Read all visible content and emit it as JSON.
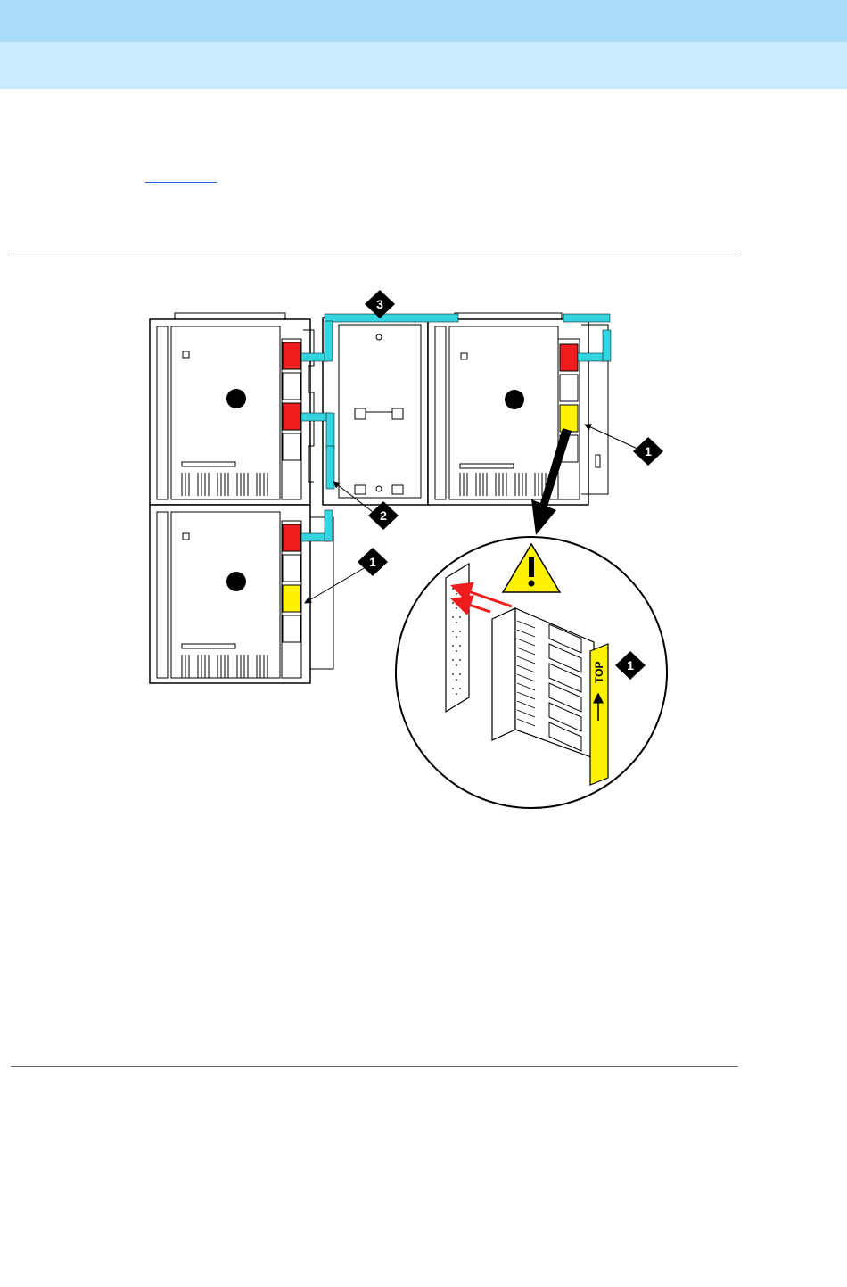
{
  "header": {
    "colors": {
      "band_top": "#a8dcf8",
      "band_bottom": "#c8ecfd"
    }
  },
  "link": {
    "color": "#2a63d6"
  },
  "figure": {
    "callouts": {
      "c1a": "1",
      "c1b": "1",
      "c1c": "1",
      "c2": "2",
      "c3": "3"
    },
    "top_label": "TOP",
    "warning_icon": "warning-icon",
    "colors": {
      "red_module": "#ee1c1c",
      "yellow_module": "#fff200",
      "cable": "#33d6e0"
    }
  }
}
